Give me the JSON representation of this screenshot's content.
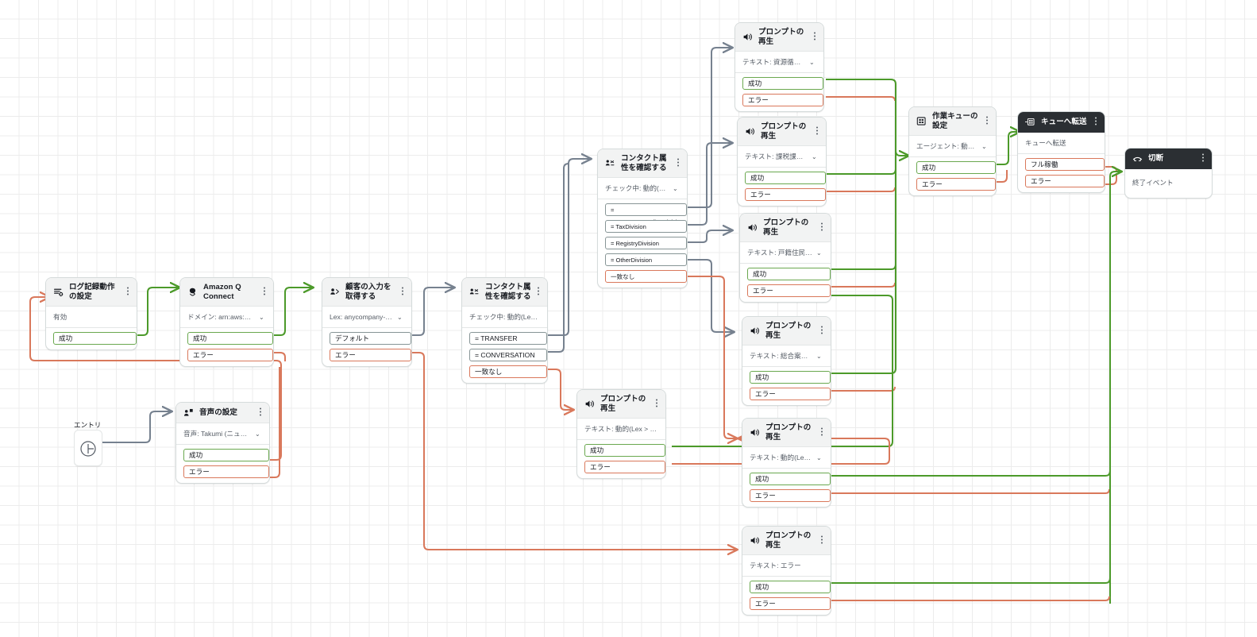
{
  "app": {
    "name": "amazon-connect-flow-designer",
    "canvas_background": "#ffffff",
    "grid_color": "#ececec"
  },
  "colors": {
    "success_wire": "#4c9a2a",
    "error_wire": "#d9785b",
    "neutral_wire": "#76818f",
    "node_header": "#f2f3f3",
    "node_header_dark": "#2b2f33",
    "node_border": "#d5dbdb",
    "port_success_border": "#6aa84f",
    "port_error_border": "#d9785b",
    "port_neutral_border": "#879596"
  },
  "entry": {
    "label": "エントリ",
    "icon": "entry-point-icon"
  },
  "nodes": [
    {
      "id": "set-logging",
      "icon": "set-logging-behavior-icon",
      "title": "ログ記録動作の設定",
      "sub": "有効",
      "sub_has_chevron": false,
      "dark": false,
      "ports": [
        {
          "label": "成功",
          "type": "ok"
        }
      ]
    },
    {
      "id": "amazon-q-connect",
      "icon": "amazon-q-connect-icon",
      "title": "Amazon Q Connect",
      "sub": "ドメイン: arn:aws:wisdom...",
      "sub_has_chevron": true,
      "dark": false,
      "ports": [
        {
          "label": "成功",
          "type": "ok"
        },
        {
          "label": "エラー",
          "type": "err"
        }
      ]
    },
    {
      "id": "get-customer-input",
      "icon": "get-customer-input-icon",
      "title": "顧客の入力を取得する",
      "sub": "Lex: anycompany-bot (ア...",
      "sub_has_chevron": true,
      "dark": false,
      "ports": [
        {
          "label": "デフォルト",
          "type": "plain"
        },
        {
          "label": "エラー",
          "type": "err"
        }
      ]
    },
    {
      "id": "check-contact-attributes-1",
      "icon": "check-contact-attributes-icon",
      "title": "コンタクト属性を確認する",
      "sub": "チェック中: 動的(Lex > Tool)",
      "sub_has_chevron": false,
      "dark": false,
      "ports": [
        {
          "label": "= TRANSFER",
          "type": "plain"
        },
        {
          "label": "= CONVERSATION",
          "type": "plain"
        },
        {
          "label": "一致なし",
          "type": "err"
        }
      ]
    },
    {
      "id": "check-contact-attributes-2",
      "icon": "check-contact-attributes-icon",
      "title": "コンタクト属性を確認する",
      "sub": "チェック中: 動的(Lex > p...",
      "sub_has_chevron": true,
      "dark": false,
      "ports": [
        {
          "label": "= ResourceRecyclingDivision",
          "type": "plain"
        },
        {
          "label": "= TaxDivision",
          "type": "plain"
        },
        {
          "label": "= RegistryDivision",
          "type": "plain"
        },
        {
          "label": "= OtherDivision",
          "type": "plain"
        },
        {
          "label": "一致なし",
          "type": "err"
        }
      ]
    },
    {
      "id": "play-prompt-resource",
      "icon": "play-prompt-icon",
      "title": "プロンプトの再生",
      "sub": "テキスト: 資源循環推進課...",
      "sub_has_chevron": true,
      "dark": false,
      "ports": [
        {
          "label": "成功",
          "type": "ok"
        },
        {
          "label": "エラー",
          "type": "err"
        }
      ]
    },
    {
      "id": "play-prompt-tax",
      "icon": "play-prompt-icon",
      "title": "プロンプトの再生",
      "sub": "テキスト: 課税課に転送し...",
      "sub_has_chevron": true,
      "dark": false,
      "ports": [
        {
          "label": "成功",
          "type": "ok"
        },
        {
          "label": "エラー",
          "type": "err"
        }
      ]
    },
    {
      "id": "play-prompt-registry",
      "icon": "play-prompt-icon",
      "title": "プロンプトの再生",
      "sub": "テキスト: 戸籍住民課に転...",
      "sub_has_chevron": true,
      "dark": false,
      "ports": [
        {
          "label": "成功",
          "type": "ok"
        },
        {
          "label": "エラー",
          "type": "err"
        }
      ]
    },
    {
      "id": "play-prompt-general",
      "icon": "play-prompt-icon",
      "title": "プロンプトの再生",
      "sub": "テキスト: 総合案内に転送...",
      "sub_has_chevron": true,
      "dark": false,
      "ports": [
        {
          "label": "成功",
          "type": "ok"
        },
        {
          "label": "エラー",
          "type": "err"
        }
      ]
    },
    {
      "id": "play-prompt-lex-tool",
      "icon": "play-prompt-icon",
      "title": "プロンプトの再生",
      "sub": "テキスト: 動的(Lex > Tool)",
      "sub_has_chevron": false,
      "dark": false,
      "ports": [
        {
          "label": "成功",
          "type": "ok"
        },
        {
          "label": "エラー",
          "type": "err"
        }
      ]
    },
    {
      "id": "play-prompt-lex-pattern",
      "icon": "play-prompt-icon",
      "title": "プロンプトの再生",
      "sub": "テキスト: 動的(Lex > patt...",
      "sub_has_chevron": true,
      "dark": false,
      "ports": [
        {
          "label": "成功",
          "type": "ok"
        },
        {
          "label": "エラー",
          "type": "err"
        }
      ]
    },
    {
      "id": "play-prompt-error",
      "icon": "play-prompt-icon",
      "title": "プロンプトの再生",
      "sub": "テキスト: エラー",
      "sub_has_chevron": false,
      "dark": false,
      "ports": [
        {
          "label": "成功",
          "type": "ok"
        },
        {
          "label": "エラー",
          "type": "err"
        }
      ]
    },
    {
      "id": "set-voice",
      "icon": "set-voice-icon",
      "title": "音声の設定",
      "sub": "音声: Takumi (ニューラル:...",
      "sub_has_chevron": true,
      "dark": false,
      "ports": [
        {
          "label": "成功",
          "type": "ok"
        },
        {
          "label": "エラー",
          "type": "err"
        }
      ]
    },
    {
      "id": "set-working-queue",
      "icon": "set-working-queue-icon",
      "title": "作業キューの設定",
      "sub": "エージェント: 動的(Lex > ...",
      "sub_has_chevron": true,
      "dark": false,
      "ports": [
        {
          "label": "成功",
          "type": "ok"
        },
        {
          "label": "エラー",
          "type": "err"
        }
      ]
    },
    {
      "id": "transfer-to-queue",
      "icon": "transfer-to-queue-icon",
      "title": "キューへ転送",
      "sub": "キューへ転送",
      "sub_has_chevron": false,
      "dark": true,
      "ports": [
        {
          "label": "フル稼働",
          "type": "err"
        },
        {
          "label": "エラー",
          "type": "err"
        }
      ]
    },
    {
      "id": "disconnect",
      "icon": "disconnect-icon",
      "title": "切断",
      "sub": "終了イベント",
      "sub_has_chevron": false,
      "dark": true,
      "ports": []
    }
  ]
}
